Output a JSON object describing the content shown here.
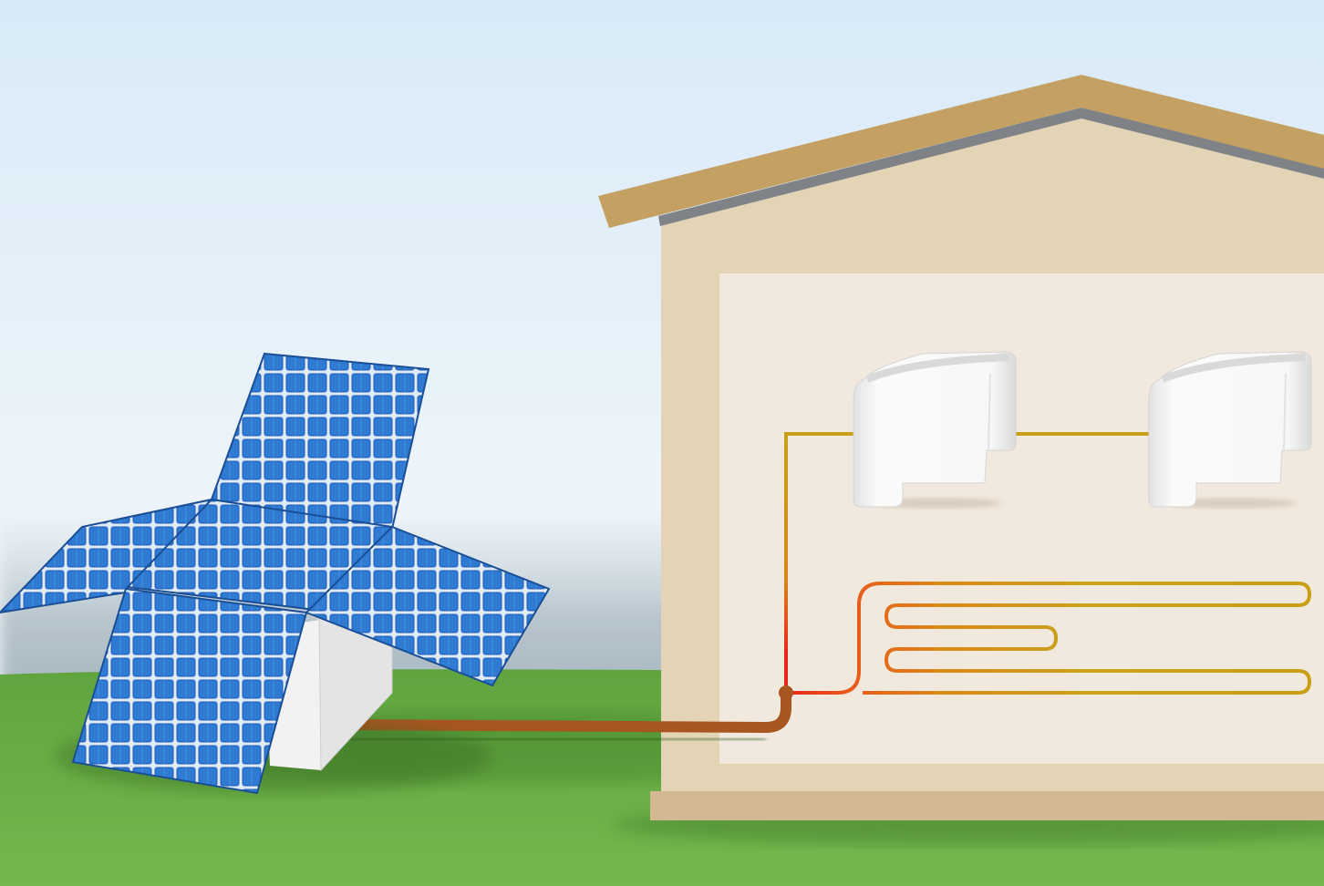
{
  "scene": {
    "colors": {
      "sky_top": "#d6e9f8",
      "sky_bottom": "#f3f7f9",
      "grass": "#6db34a",
      "grass_dark": "#4f8f33",
      "roof": "#c4a062",
      "roof_edge": "#7f8287",
      "wall": "#e4d4b6",
      "wall_base": "#d3b993",
      "interior": "#f2e9de",
      "panel_blue": "#1f5fb1",
      "panel_cell": "#2f7fd6",
      "cube_front": "#ececec",
      "cube_side": "#d4d4d4",
      "pipe_feed": "#a8561f",
      "pipe_hot": "#e8251a",
      "pipe_warm": "#e37b1a",
      "pipe_yellow": "#c8a018",
      "fan_coil_body": "#f5f5f5",
      "fan_coil_shade": "#dcdcdc"
    },
    "components": [
      {
        "id": "solar-array",
        "icon": "solar-panel-icon",
        "panels": 5
      },
      {
        "id": "heat-pump-unit",
        "icon": "cube-icon"
      },
      {
        "id": "supply-pipe",
        "icon": "pipe-icon"
      },
      {
        "id": "house",
        "icon": "house-icon"
      },
      {
        "id": "fan-coil-unit",
        "icon": "radiator-icon",
        "count": 2
      },
      {
        "id": "underfloor-heating",
        "icon": "heating-coil-icon",
        "loops": 3
      }
    ]
  }
}
